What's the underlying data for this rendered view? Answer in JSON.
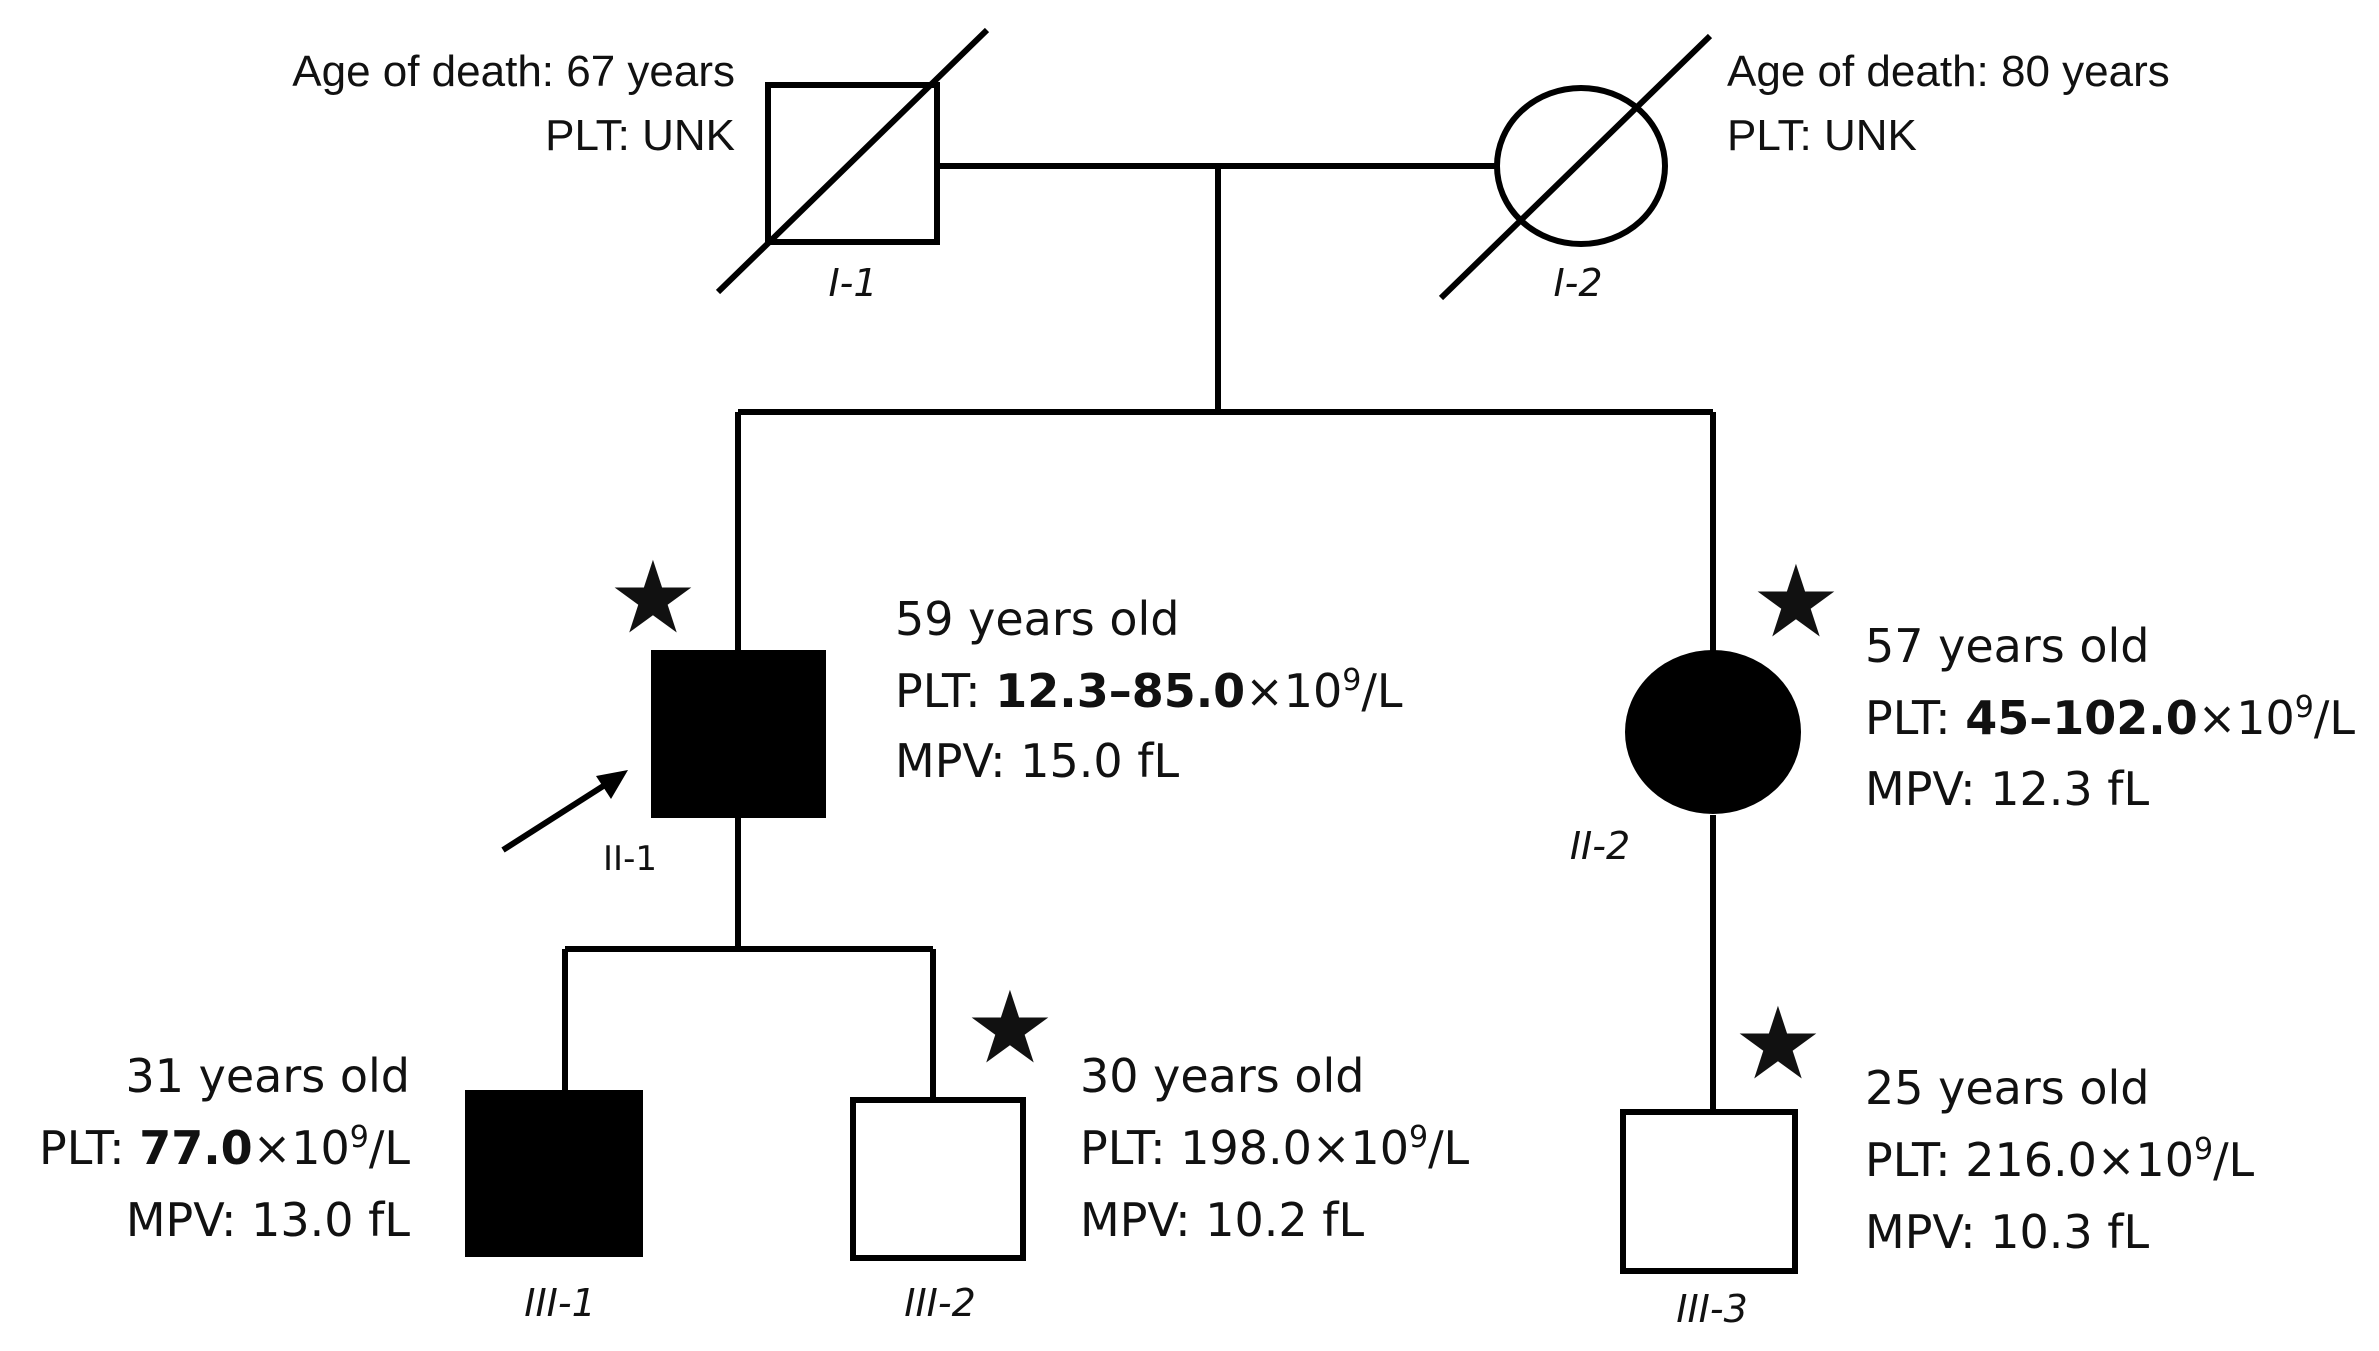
{
  "generation_I": {
    "I_1": {
      "id": "I-1",
      "sex": "male",
      "affected": false,
      "deceased": true,
      "line1": "Age of death: 67 years",
      "line2": "PLT: UNK"
    },
    "I_2": {
      "id": "I-2",
      "sex": "female",
      "affected": false,
      "deceased": true,
      "line1": "Age of death: 80 years",
      "line2": "PLT: UNK"
    }
  },
  "generation_II": {
    "II_1": {
      "id": "II-1",
      "sex": "male",
      "affected": true,
      "proband": true,
      "starred": true,
      "age": "59 years old",
      "plt_prefix": "PLT: ",
      "plt_value": "12.3–85.0",
      "plt_unit_pre": "×10",
      "plt_exp": "9",
      "plt_unit_post": "/L",
      "mpv": "MPV: 15.0 fL"
    },
    "II_2": {
      "id": "II-2",
      "sex": "female",
      "affected": true,
      "starred": true,
      "age": "57 years old",
      "plt_prefix": "PLT: ",
      "plt_value": "45–102.0",
      "plt_unit_pre": "×10",
      "plt_exp": "9",
      "plt_unit_post": "/L",
      "mpv": "MPV: 12.3 fL"
    }
  },
  "generation_III": {
    "III_1": {
      "id": "III-1",
      "sex": "male",
      "affected": true,
      "starred": false,
      "age": "31 years old",
      "plt_prefix": "PLT: ",
      "plt_value": "77.0",
      "plt_unit_pre": "×10",
      "plt_exp": "9",
      "plt_unit_post": "/L",
      "mpv": "MPV: 13.0 fL"
    },
    "III_2": {
      "id": "III-2",
      "sex": "male",
      "affected": false,
      "starred": true,
      "age": "30 years old",
      "plt_text": "PLT: 198.0×10",
      "plt_exp": "9",
      "plt_unit_post": "/L",
      "mpv": "MPV: 10.2 fL"
    },
    "III_3": {
      "id": "III-3",
      "sex": "male",
      "affected": false,
      "starred": true,
      "age": "25 years old",
      "plt_text": "PLT: 216.0×10",
      "plt_exp": "9",
      "plt_unit_post": "/L",
      "mpv": "MPV: 10.3 fL"
    }
  },
  "star_glyph": "★",
  "colors": {
    "line": "#000000",
    "affected_fill": "#000000",
    "unaffected_fill": "#ffffff",
    "text": "#111111"
  }
}
